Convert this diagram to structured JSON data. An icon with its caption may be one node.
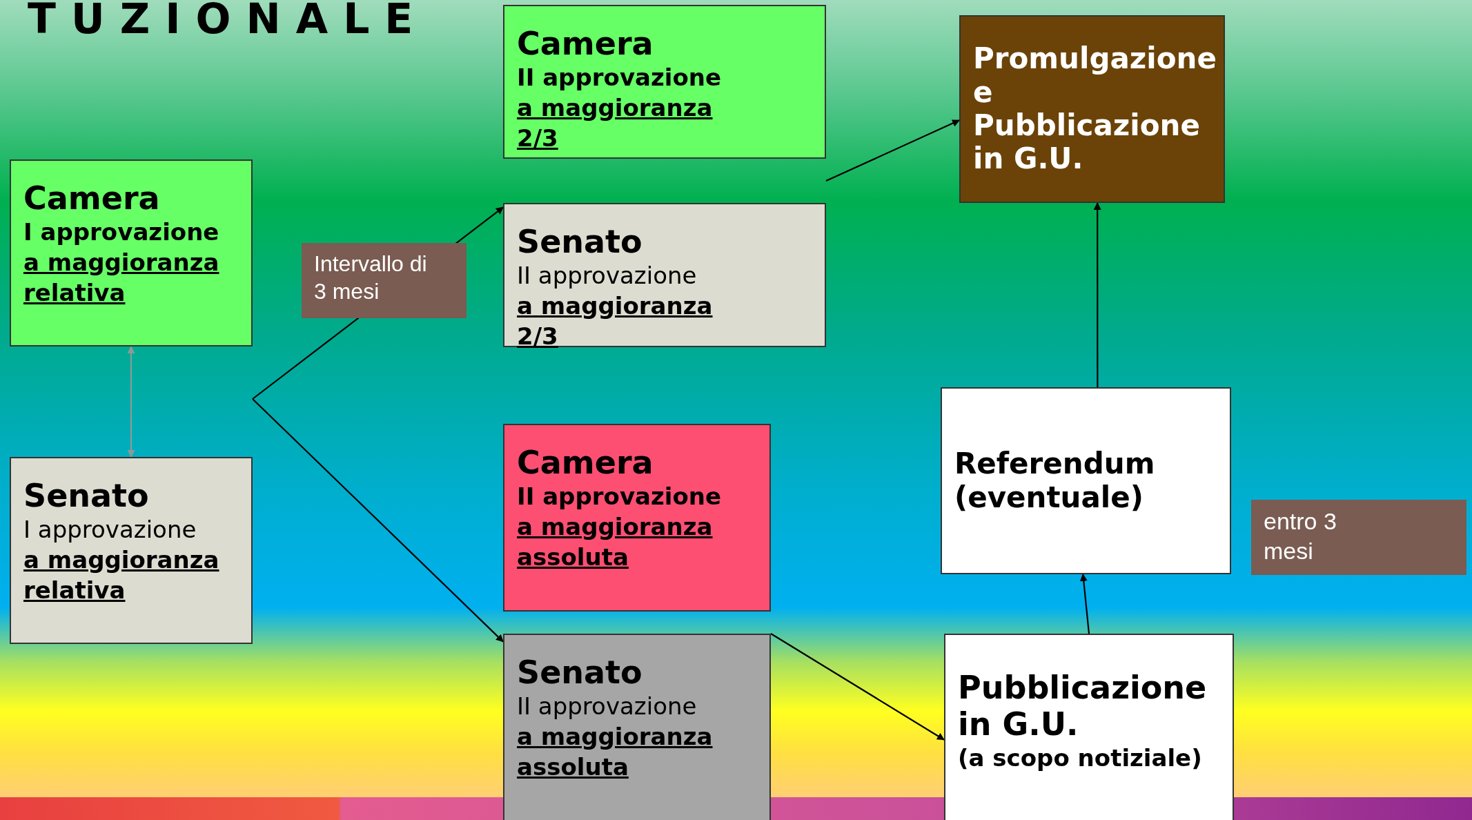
{
  "diagram": {
    "title": "TUZIONALE",
    "nodes": [
      {
        "text": [
          "Camera",
          "I approvazione",
          "a maggioranza relativa"
        ]
      },
      {
        "text": [
          "Senato",
          "I approvazione",
          "a maggioranza relativa"
        ]
      },
      {
        "text": [
          "Camera",
          "II approvazione",
          "a maggioranza 2/3"
        ]
      },
      {
        "text": [
          "Senato",
          "II approvazione",
          "a maggioranza 2/3"
        ]
      },
      {
        "text": [
          "Promulgazione e Pubblicazione in G.U."
        ]
      },
      {
        "text": [
          "Camera",
          "II approvazione",
          "a maggioranza assoluta"
        ]
      },
      {
        "text": [
          "Senato",
          "II approvazione",
          "a maggioranza assoluta"
        ]
      },
      {
        "text": [
          "Referendum (eventuale)"
        ]
      },
      {
        "text": [
          "Pubblicazione in G.U.",
          "(a scopo notiziale)"
        ]
      }
    ],
    "edges": [
      {
        "from": 0,
        "to": 1,
        "arrow": "both",
        "color": "#8c9a96"
      },
      {
        "from": null,
        "to": 3,
        "arrow": "to",
        "label": "Intervallo di 3 mesi"
      },
      {
        "from": null,
        "to": 6,
        "arrow": "to"
      },
      {
        "from": null,
        "to": 4,
        "arrow": "to"
      },
      {
        "from": 6,
        "to": 8,
        "arrow": "to"
      },
      {
        "from": 8,
        "to": 7,
        "arrow": "to"
      },
      {
        "from": 7,
        "to": 4,
        "arrow": "to"
      }
    ],
    "labels": [
      "entro 3 mesi"
    ]
  }
}
